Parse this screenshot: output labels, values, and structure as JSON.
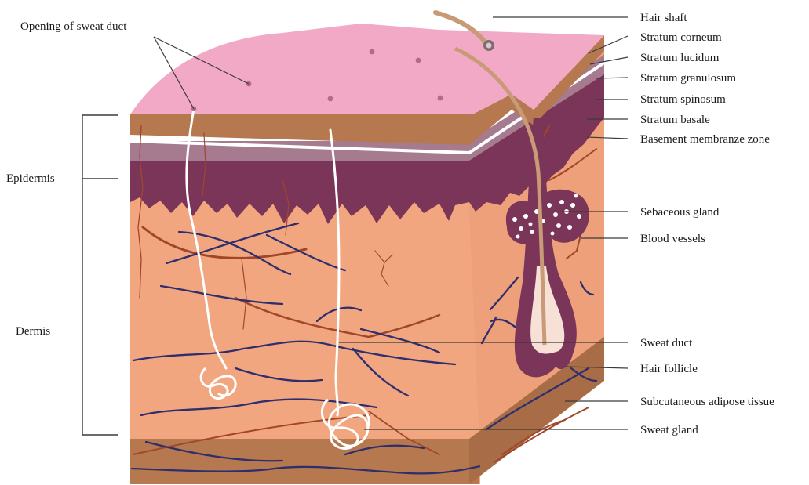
{
  "diagram": {
    "labels": {
      "hair_shaft": "Hair shaft",
      "stratum_corneum": "Stratum corneum",
      "stratum_lucidum": "Stratum lucidum",
      "stratum_granulosum": "Stratum granulosum",
      "stratum_spinosum": "Stratum spinosum",
      "stratum_basale": "Stratum basale",
      "basement_membrane": "Basement membranze zone",
      "sebaceous_gland": "Sebaceous gland",
      "blood_vessels": "Blood vessels",
      "sweat_duct": "Sweat duct",
      "hair_follicle": "Hair follicle",
      "subcutaneous": "Subcutaneous adipose tissue",
      "sweat_gland": "Sweat gland",
      "opening_sweat_duct": "Opening of sweat duct",
      "epidermis": "Epidermis",
      "dermis": "Dermis"
    },
    "colors": {
      "surface": "#f2a9c6",
      "corneum": "#b5784f",
      "lucidum": "#ffffff",
      "granulosum": "#a67b8f",
      "spinosum": "#7a3558",
      "dermis": "#f2a67f",
      "dermis_side": "#e9976f",
      "subcutis": "#b5784f",
      "nerve": "#2e2e6e",
      "vessel": "#a0472b"
    }
  }
}
